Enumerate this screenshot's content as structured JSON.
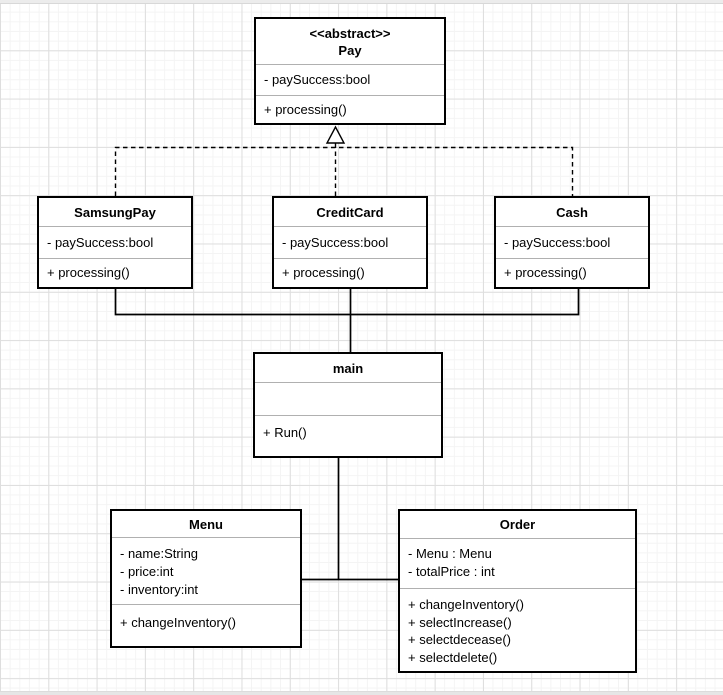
{
  "diagram": {
    "type": "uml-class-diagram",
    "classes": [
      {
        "id": "pay",
        "stereotype": "<<abstract>>",
        "name": "Pay",
        "attributes": [
          "- paySuccess:bool"
        ],
        "methods": [
          "+ processing()"
        ]
      },
      {
        "id": "samsungpay",
        "name": "SamsungPay",
        "attributes": [
          "- paySuccess:bool"
        ],
        "methods": [
          "+ processing()"
        ]
      },
      {
        "id": "creditcard",
        "name": "CreditCard",
        "attributes": [
          "- paySuccess:bool"
        ],
        "methods": [
          "+ processing()"
        ]
      },
      {
        "id": "cash",
        "name": "Cash",
        "attributes": [
          "- paySuccess:bool"
        ],
        "methods": [
          "+ processing()"
        ]
      },
      {
        "id": "main",
        "name": "main",
        "attributes": [],
        "methods": [
          "+ Run()"
        ]
      },
      {
        "id": "menu",
        "name": "Menu",
        "attributes": [
          "- name:String",
          "- price:int",
          "- inventory:int"
        ],
        "methods": [
          "+ changeInventory()"
        ]
      },
      {
        "id": "order",
        "name": "Order",
        "attributes": [
          "- Menu : Menu",
          "- totalPrice : int"
        ],
        "methods": [
          "+ changeInventory()",
          "+ selectIncrease()",
          "+ selectdecease()",
          "+ selectdelete()"
        ]
      }
    ],
    "relationships": [
      {
        "type": "generalization",
        "from": "SamsungPay",
        "to": "Pay",
        "line": "dashed",
        "marker": "hollow-triangle"
      },
      {
        "type": "generalization",
        "from": "CreditCard",
        "to": "Pay",
        "line": "dashed",
        "marker": "hollow-triangle"
      },
      {
        "type": "generalization",
        "from": "Cash",
        "to": "Pay",
        "line": "dashed",
        "marker": "hollow-triangle"
      },
      {
        "type": "association",
        "from": "main",
        "to": "SamsungPay",
        "line": "solid"
      },
      {
        "type": "association",
        "from": "main",
        "to": "CreditCard",
        "line": "solid"
      },
      {
        "type": "association",
        "from": "main",
        "to": "Cash",
        "line": "solid"
      },
      {
        "type": "association",
        "from": "main",
        "to": "Menu",
        "line": "solid"
      },
      {
        "type": "association",
        "from": "main",
        "to": "Order",
        "line": "solid"
      }
    ],
    "colors": {
      "shape_border": "#000000",
      "separator": "#b0b0b0",
      "shape_fill": "#ffffff",
      "grid_minor": "#f4f4f4",
      "grid_major": "#dedede",
      "canvas": "#ffffff"
    }
  }
}
